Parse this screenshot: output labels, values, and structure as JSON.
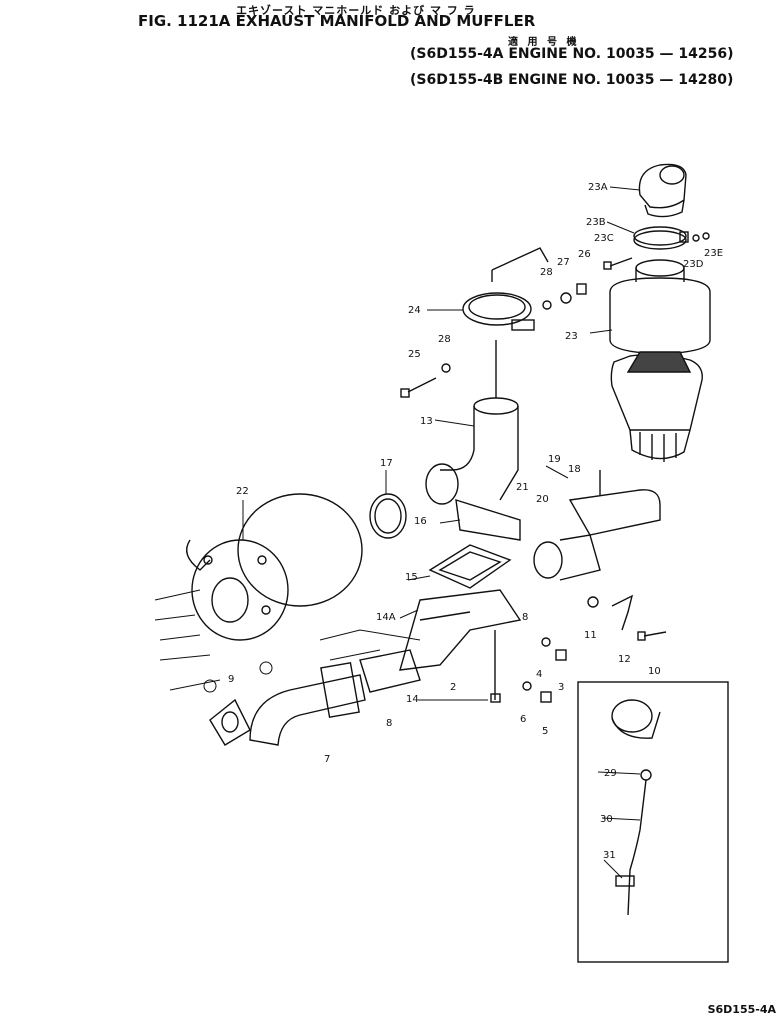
{
  "header": {
    "japanese_title": "エキゾースト マニホールド および マ フ ラ",
    "figure_title": "FIG. 1121A  EXHAUST MANIFOLD AND MUFFLER",
    "applicable_serial_jp": "適 用 号 機",
    "engine_lines": [
      "(S6D155-4A  ENGINE NO. 10035 — 14256)",
      "(S6D155-4B  ENGINE NO. 10035 — 14280)"
    ]
  },
  "callouts": [
    "23A",
    "23B",
    "23C",
    "23D",
    "23E",
    "26",
    "27",
    "28",
    "24",
    "28",
    "25",
    "23",
    "13",
    "17",
    "19",
    "18",
    "21",
    "20",
    "22",
    "16",
    "15",
    "14A",
    "8",
    "11",
    "12",
    "10",
    "2",
    "4",
    "3",
    "9",
    "8",
    "7",
    "14",
    "6",
    "5",
    "29",
    "30",
    "31"
  ],
  "footer": {
    "drawing_ref": "S6D155-4A"
  }
}
